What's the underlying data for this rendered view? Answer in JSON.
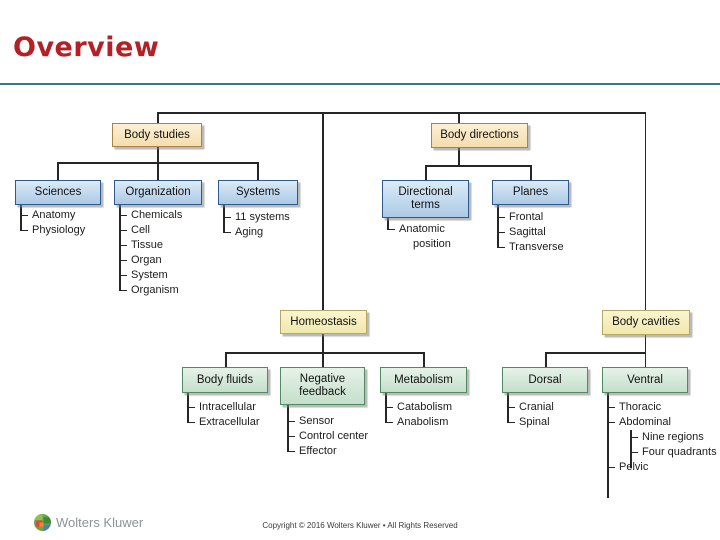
{
  "title": "Overview",
  "tree": {
    "body_studies": "Body studies",
    "body_directions": "Body directions",
    "homeostasis": "Homeostasis",
    "body_cavities": "Body cavities",
    "sciences": {
      "label": "Sciences",
      "items": [
        "Anatomy",
        "Physiology"
      ]
    },
    "organization": {
      "label": "Organization",
      "items": [
        "Chemicals",
        "Cell",
        "Tissue",
        "Organ",
        "System",
        "Organism"
      ]
    },
    "systems": {
      "label": "Systems",
      "items": [
        "11 systems",
        "Aging"
      ]
    },
    "directional_terms": {
      "label": "Directional terms",
      "items": [
        "Anatomic position"
      ]
    },
    "planes": {
      "label": "Planes",
      "items": [
        "Frontal",
        "Sagittal",
        "Transverse"
      ]
    },
    "body_fluids": {
      "label": "Body fluids",
      "items": [
        "Intracellular",
        "Extracellular"
      ]
    },
    "negative_feedback": {
      "label": "Negative feedback",
      "items": [
        "Sensor",
        "Control center",
        "Effector"
      ]
    },
    "metabolism": {
      "label": "Metabolism",
      "items": [
        "Catabolism",
        "Anabolism"
      ]
    },
    "dorsal": {
      "label": "Dorsal",
      "items": [
        "Cranial",
        "Spinal"
      ]
    },
    "ventral": {
      "label": "Ventral",
      "items": [
        "Thoracic",
        "Abdominal",
        "Pelvic"
      ],
      "abdominal_sub": [
        "Nine regions",
        "Four quadrants"
      ]
    }
  },
  "footer": {
    "brand": "Wolters Kluwer",
    "copyright": "Copyright © 2016 Wolters Kluwer • All Rights Reserved"
  },
  "colors": {
    "title_red": "#b42025",
    "rule_teal": "#3e7587",
    "connector": "#262626",
    "box_tan_fill": "#f6e2b8",
    "box_tan_border": "#a9824c",
    "box_yellow_fill": "#f5eebd",
    "box_yellow_border": "#b5a866",
    "box_blue_fill": "#bed6ec",
    "box_blue_border": "#30598c",
    "box_green_fill": "#d5e9da",
    "box_green_border": "#4f8a60"
  }
}
